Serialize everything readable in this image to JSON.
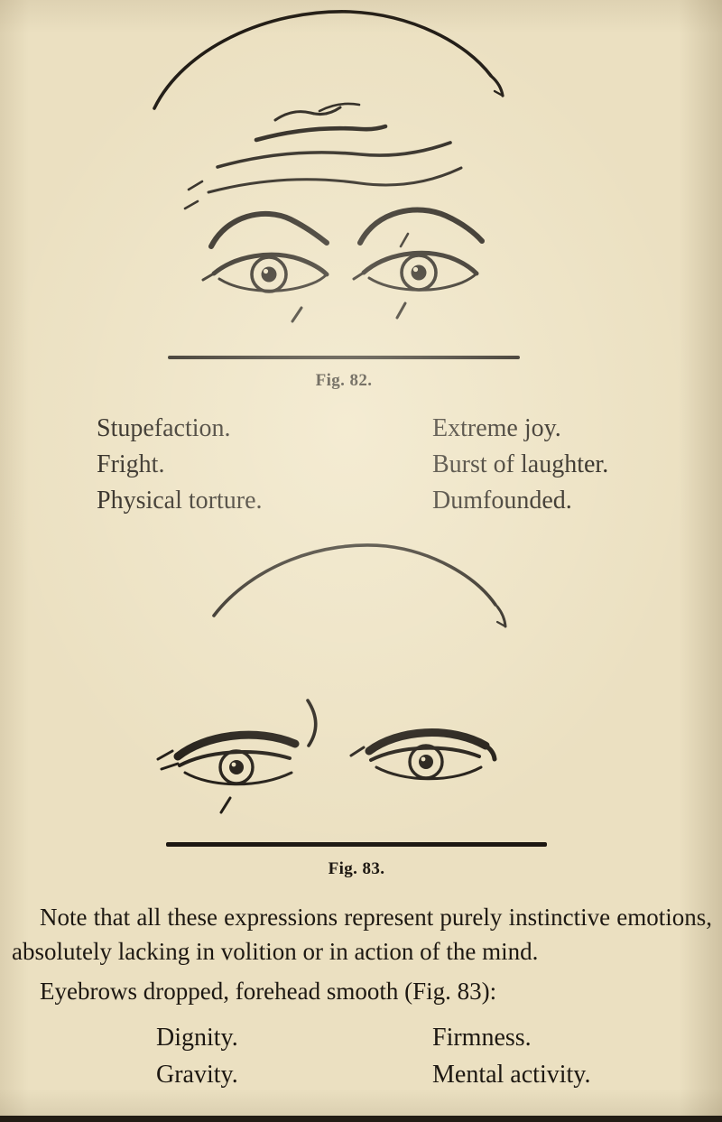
{
  "colors": {
    "paper": "#ebe0c1",
    "ink": "#1d1812",
    "edge": "#221c14"
  },
  "figures": {
    "fig82": {
      "caption": "Fig. 82.",
      "left_items": [
        "Stupefaction.",
        "Fright.",
        "Physical torture."
      ],
      "right_items": [
        "Extreme joy.",
        "Burst of laughter.",
        "Dumfounded."
      ]
    },
    "fig83": {
      "caption": "Fig. 83.",
      "left_items": [
        "Dignity.",
        "Gravity."
      ],
      "right_items": [
        "Firmness.",
        "Mental activity."
      ]
    }
  },
  "text": {
    "note_paragraph": "Note that all these expressions represent purely instinctive emotions, absolutely lacking in volition or in action of the mind.",
    "subheading": "Eyebrows dropped, forehead smooth (Fig. 83):"
  }
}
